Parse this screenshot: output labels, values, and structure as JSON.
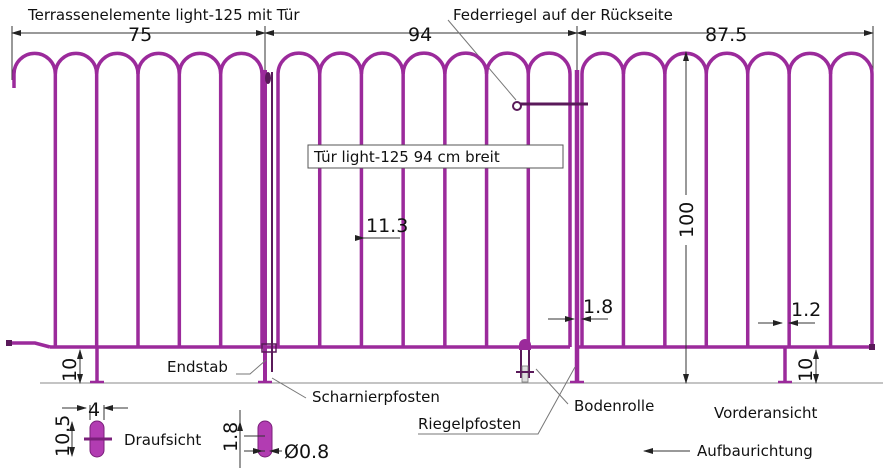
{
  "title": "Terrassenelemente light-125 mit Tür",
  "colors": {
    "bar": "#9b2a9b",
    "bar_dark": "#5a1a5a",
    "line": "#333333"
  },
  "dimensions": {
    "section_left": "75",
    "section_door": "94",
    "section_right": "87.5",
    "height": "100",
    "bar_spacing": "11.3",
    "post_width": "1.8",
    "bar_width": "1.2",
    "foot_height_left": "10",
    "foot_height_right": "10",
    "top_view_width": "4",
    "top_view_length": "10.5",
    "hole_offset": "1.8",
    "hole_diameter": "Ø0.8"
  },
  "labels": {
    "spring_latch": "Federriegel auf der Rückseite",
    "door": "Tür light-125  94 cm breit",
    "end_bar": "Endstab",
    "hinge_post": "Scharnierpfosten",
    "floor_roller": "Bodenrolle",
    "latch_post": "Riegelpfosten",
    "front_view": "Vorderansicht",
    "top_view": "Draufsicht",
    "build_direction": "Aufbaurichtung"
  }
}
